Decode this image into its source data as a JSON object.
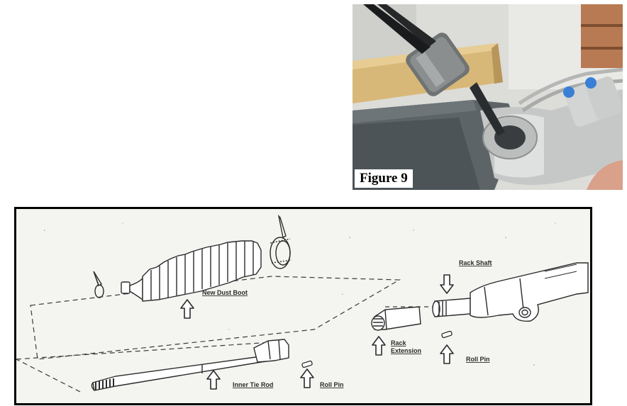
{
  "figure": {
    "caption": "Figure 9"
  },
  "diagram": {
    "labels": {
      "new_dust_boot": "New Dust Boot",
      "inner_tie_rod": "Inner Tie Rod",
      "roll_pin_left": "Roll Pin",
      "rack_extension_line1": "Rack",
      "rack_extension_line2": "Extension",
      "rack_shaft": "Rack Shaft",
      "roll_pin_right": "Roll Pin"
    }
  }
}
